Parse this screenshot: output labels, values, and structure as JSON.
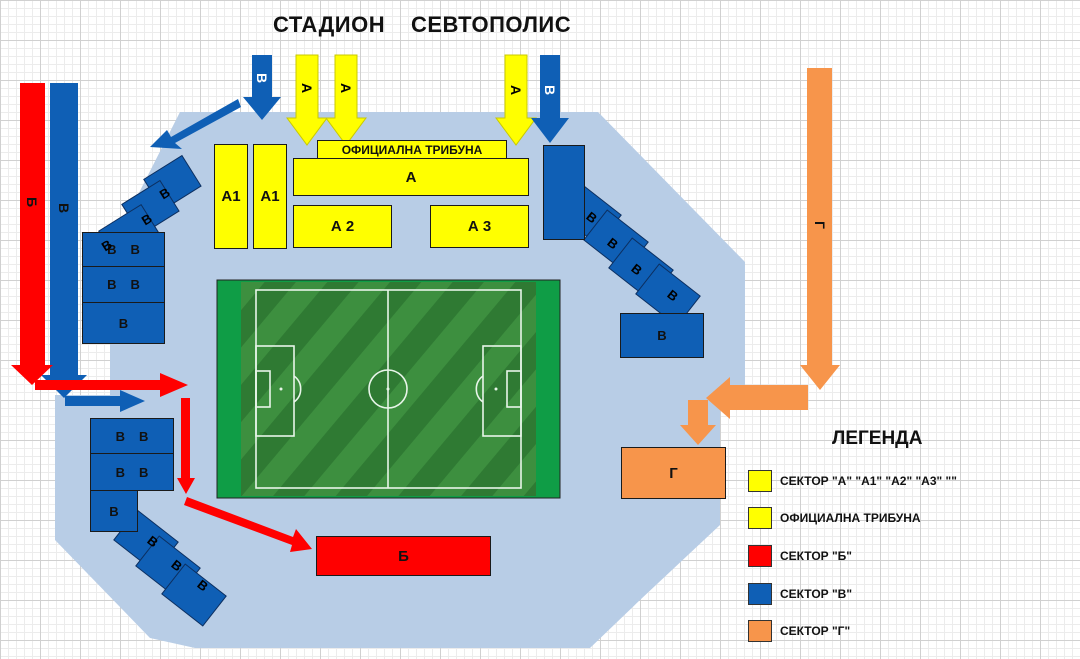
{
  "header": {
    "title_left": "СТАДИОН",
    "title_right": "СЕВТОПОЛИС"
  },
  "sectors": {
    "official": "ОФИЦИАЛНА ТРИБУНА",
    "a": "А",
    "a1": "А1",
    "a2": "А 2",
    "a3": "А 3",
    "b": "Б",
    "g": "Г",
    "v": "В"
  },
  "arrows": {
    "a": "А",
    "b": "Б",
    "v": "В",
    "g": "Г"
  },
  "legend": {
    "title": "ЛЕГЕНДА",
    "items": [
      {
        "label": "СЕКТОР \"А\" \"А1\" \"А2\" \"А3\" \"\"",
        "color": "#ffff00"
      },
      {
        "label": "ОФИЦИАЛНА ТРИБУНА",
        "color": "#ffff00"
      },
      {
        "label": "СЕКТОР \"Б\"",
        "color": "#ff0000"
      },
      {
        "label": "СЕКТОР \"В\"",
        "color": "#0f5fb5"
      },
      {
        "label": "СЕКТОР \"Г\"",
        "color": "#f7954b"
      }
    ]
  },
  "colors": {
    "sector_a": "#ffff00",
    "sector_b": "#ff0000",
    "sector_v": "#0f5fb5",
    "sector_g": "#f7954b",
    "venue": "#b8cde6",
    "pitch": "#2e7d32"
  }
}
